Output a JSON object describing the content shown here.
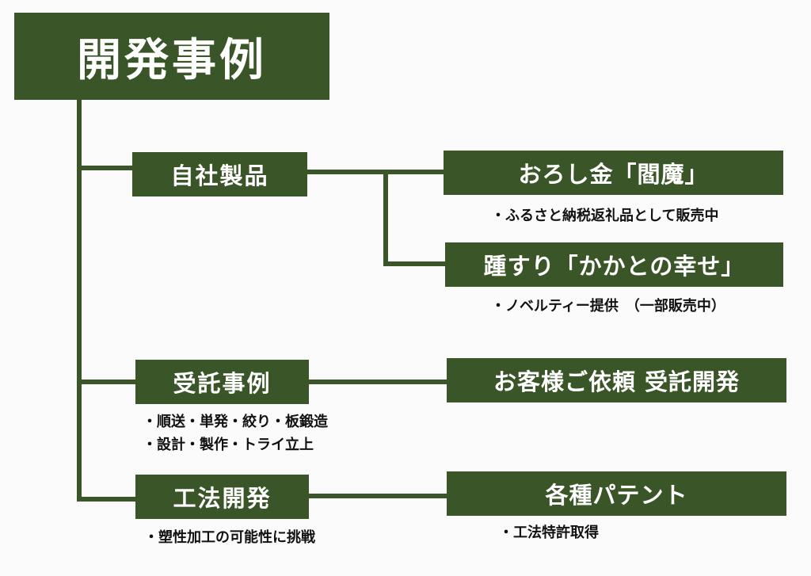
{
  "title": "開発事例",
  "categories": {
    "own": {
      "label": "自社製品",
      "products": [
        {
          "name": "おろし金「閻魔」",
          "note": "・ふるさと納税返礼品として販売中"
        },
        {
          "name": "踵すり「かかとの幸せ」",
          "note": "・ノベルティー提供　（一部販売中）"
        }
      ]
    },
    "consign": {
      "label": "受託事例",
      "notes": [
        "・順送・単発・絞り・板鍛造",
        "・設計・製作・トライ立上"
      ],
      "product": "お客様ご依頼 受託開発"
    },
    "method": {
      "label": "工法開発",
      "notes": [
        "・塑性加工の可能性に挑戦"
      ],
      "product": "各種パテント",
      "product_note": "・工法特許取得"
    }
  },
  "colors": {
    "box": "#3a5527",
    "text": "#ffffff",
    "background": "#fbfbfb"
  }
}
